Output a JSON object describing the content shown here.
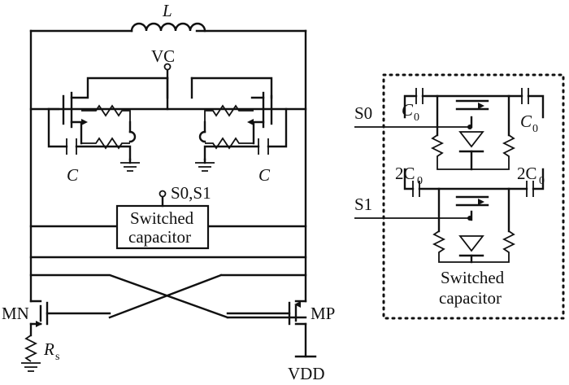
{
  "labels": {
    "inductor": "L",
    "vc": "VC",
    "cap_left": "C",
    "cap_right": "C",
    "switch_select": "S0,S1",
    "switched_cap_line1": "Switched",
    "switched_cap_line2": "capacitor",
    "mn": "MN",
    "mp": "MP",
    "rs_main": "R",
    "rs_sub": "s",
    "vdd": "VDD"
  },
  "detail": {
    "s0": "S0",
    "s1": "S1",
    "c0_left_main": "C",
    "c0_left_sub": "0",
    "c0_right_main": "C",
    "c0_right_sub": "0",
    "c2_left_main": "2C",
    "c2_left_sub": "0",
    "c2_right_main": "2C",
    "c2_right_sub": "0",
    "title_line1": "Switched",
    "title_line2": "capacitor"
  }
}
